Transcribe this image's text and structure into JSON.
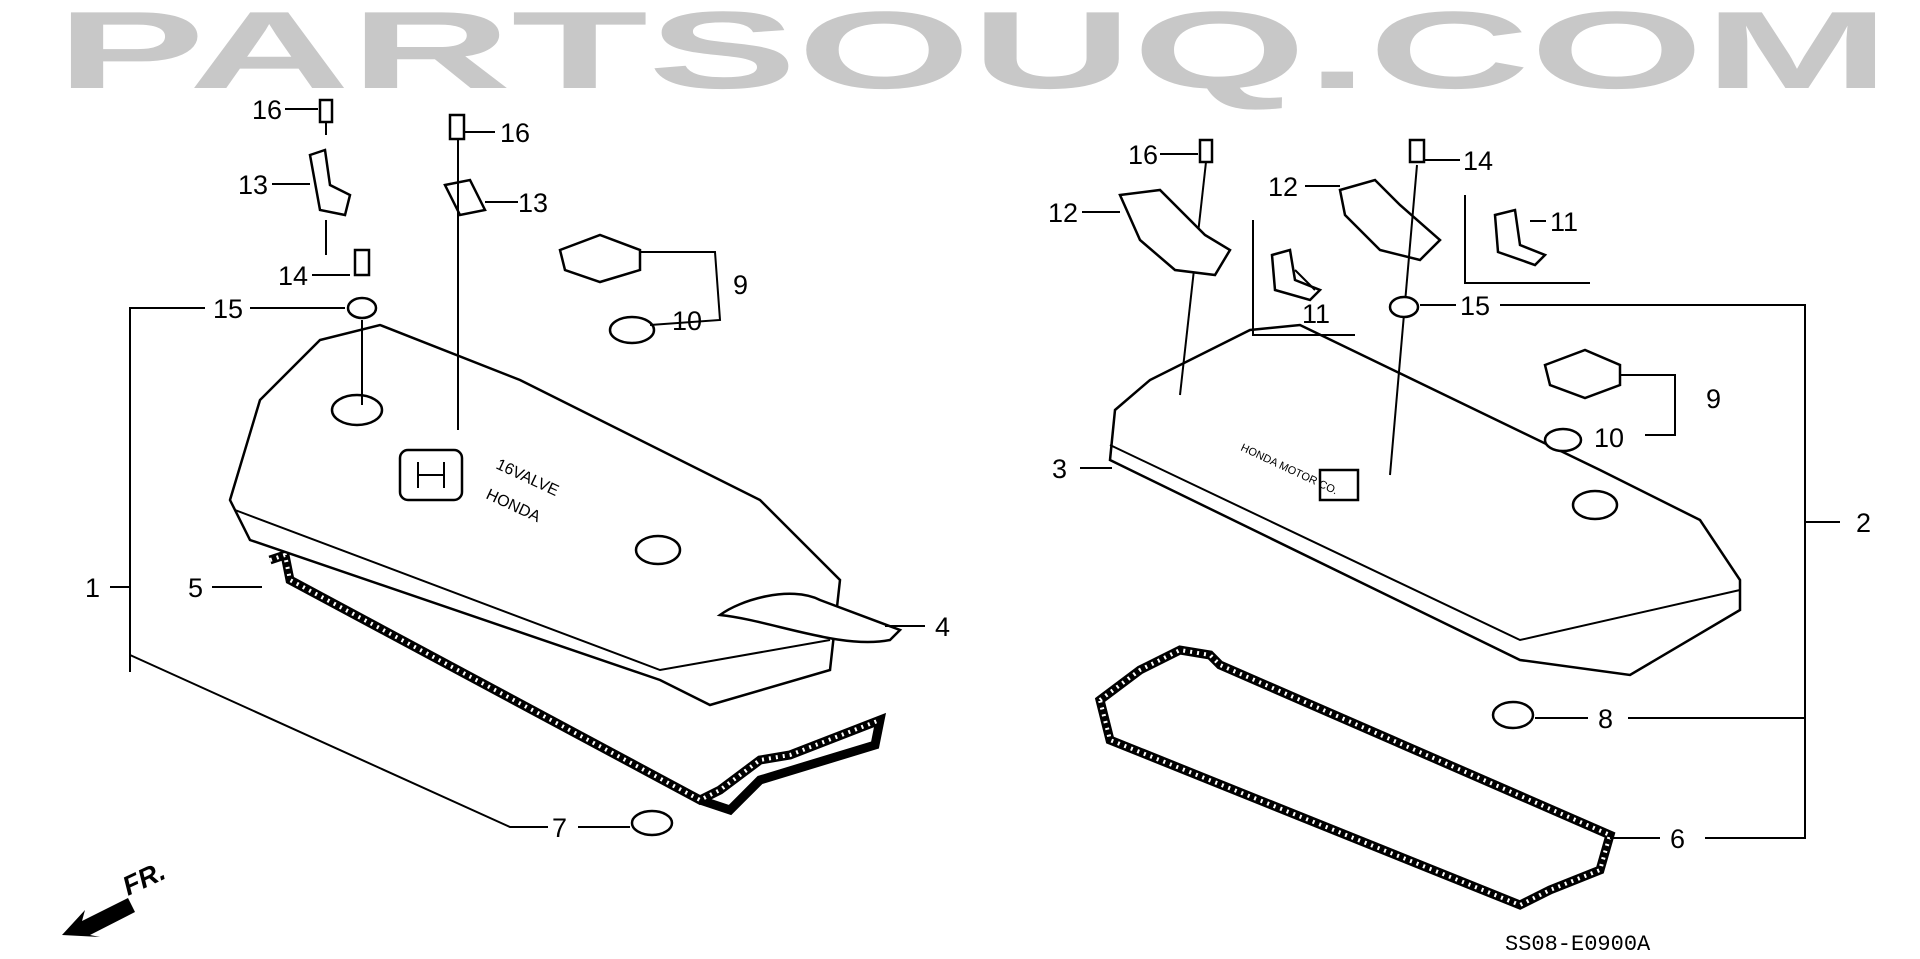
{
  "watermark": "PARTSOUQ.COM",
  "diagram_code": "SS08-E0900A",
  "front_marker": "FR.",
  "callouts": {
    "c16a": "16",
    "c16b": "16",
    "c13a": "13",
    "c13b": "13",
    "c14a": "14",
    "c15a": "15",
    "c9a": "9",
    "c10a": "10",
    "c1": "1",
    "c5": "5",
    "c4": "4",
    "c7": "7",
    "c16c": "16",
    "c12a": "12",
    "c12b": "12",
    "c14b": "14",
    "c11a": "11",
    "c11b": "11",
    "c15b": "15",
    "c9b": "9",
    "c10b": "10",
    "c3": "3",
    "c2": "2",
    "c8": "8",
    "c6": "6"
  },
  "cover_text": {
    "left_brand": "HONDA",
    "left_model": "16VALVE",
    "right_brand": "HONDA MOTOR CO."
  }
}
